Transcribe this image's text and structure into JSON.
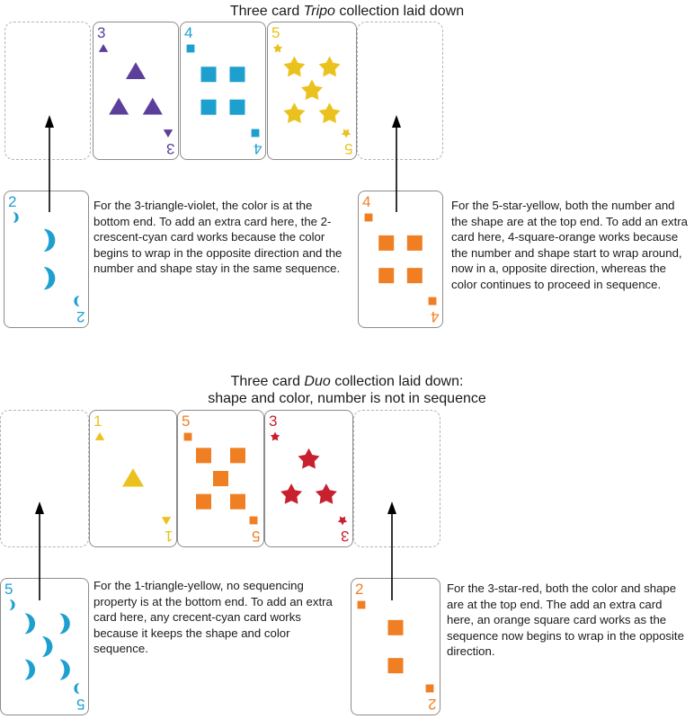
{
  "section1": {
    "title_pre": "Three card ",
    "title_em": "Tripo",
    "title_post": " collection laid down",
    "cards": [
      {
        "number": "3",
        "shape": "triangle",
        "color": "#5b3f9a"
      },
      {
        "number": "4",
        "shape": "square",
        "color": "#1ea0cf"
      },
      {
        "number": "5",
        "shape": "star",
        "color": "#ebc21d"
      }
    ],
    "left_extra": {
      "number": "2",
      "shape": "crescent",
      "color": "#1ea0cf"
    },
    "right_extra": {
      "number": "4",
      "shape": "square",
      "color": "#f07f24"
    },
    "left_text": "For the 3-triangle-violet, the color is at the bottom end.  To add an extra card here, the 2-crescent-cyan card works because the color begins to wrap in the opposite direction and the number and shape stay in the same sequence.",
    "right_text": "For the 5-star-yellow, both the number and the shape are at the top end.  To add an extra card here, 4-square-orange works because the number and shape start to wrap around, now in a, opposite direction, whereas the color continues to proceed in sequence."
  },
  "section2": {
    "title_pre": "Three card ",
    "title_em": "Duo",
    "title_post": " collection laid down:",
    "title_line2": "shape and color, number is not in sequence",
    "cards": [
      {
        "number": "1",
        "shape": "triangle",
        "color": "#ebc21d"
      },
      {
        "number": "5",
        "shape": "square",
        "color": "#f07f24"
      },
      {
        "number": "3",
        "shape": "star",
        "color": "#c8202f"
      }
    ],
    "left_extra": {
      "number": "5",
      "shape": "crescent",
      "color": "#1ea0cf"
    },
    "right_extra": {
      "number": "2",
      "shape": "square",
      "color": "#f07f24"
    },
    "left_text": "For the 1-triangle-yellow, no sequencing property is at the bottom end.  To add an extra card here, any crecent-cyan card works because it keeps the shape and color sequence.",
    "right_text": "For the 3-star-red, both the color and shape are at the top end.  The add an extra card here, an orange square card works as the sequence now begins to wrap in the opposite direction."
  }
}
